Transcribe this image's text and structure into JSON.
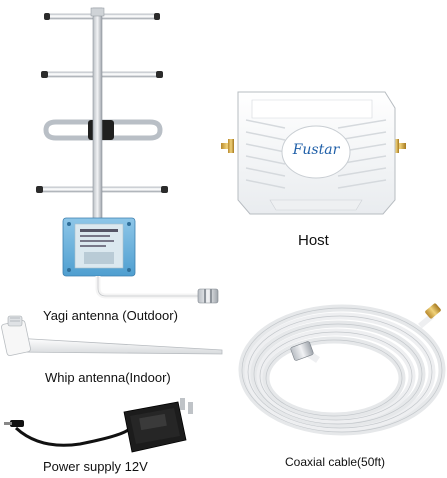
{
  "host": {
    "brand_text": "Fustar",
    "caption": "Host"
  },
  "yagi": {
    "caption": "Yagi antenna (Outdoor)"
  },
  "whip": {
    "caption": "Whip antenna(Indoor)"
  },
  "power": {
    "caption": "Power supply 12V"
  },
  "coax": {
    "caption": "Coaxial cable(50ft)"
  }
}
